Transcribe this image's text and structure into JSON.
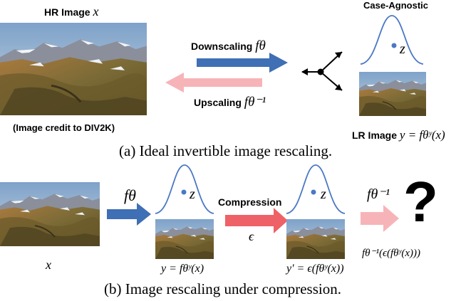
{
  "top": {
    "hr_image_label": "HR Image",
    "hr_image_var": "x",
    "image_credit": "(Image credit to DIV2K)",
    "downscaling_label": "Downscaling",
    "downscaling_fn": "fθ",
    "upscaling_label": "Upscaling",
    "upscaling_fn": "fθ⁻¹",
    "case_agnostic": "Case-Agnostic",
    "latent_var": "z",
    "lr_image_label": "LR Image",
    "lr_image_eq": "y = fθʸ(x)",
    "caption": "(a) Ideal invertible image rescaling."
  },
  "bottom": {
    "input_var": "x",
    "forward_fn": "fθ",
    "latent_var_1": "z",
    "lr_eq": "y = fθʸ(x)",
    "compression_label": "Compression",
    "epsilon": "ϵ",
    "latent_var_2": "z",
    "compressed_eq": "y' = ϵ(fθʸ(x))",
    "inverse_fn": "fθ⁻¹",
    "question_mark": "?",
    "result_eq": "fθ⁻¹(ϵ(fθʸ(x)))",
    "caption": "(b) Image rescaling under compression."
  },
  "colors": {
    "blue_arrow": "#3f6fb4",
    "pink_arrow": "#f7b4b8",
    "red_arrow": "#ee6167",
    "gaussian": "#4a78c4",
    "dot": "#4a78c4"
  }
}
